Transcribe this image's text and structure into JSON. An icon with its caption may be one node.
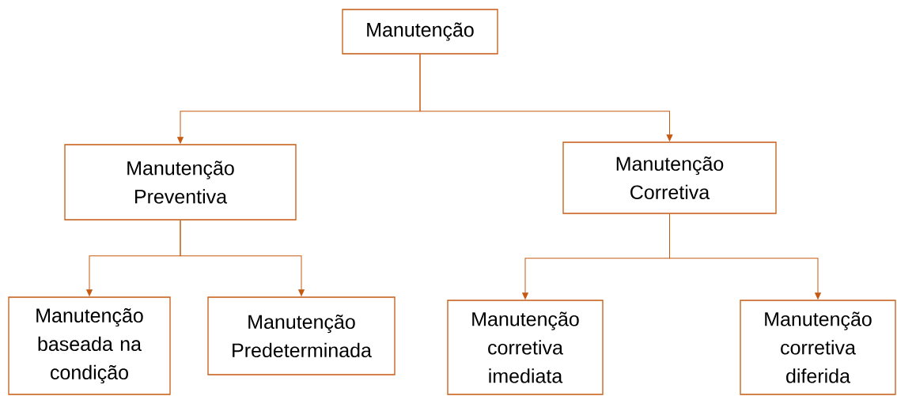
{
  "diagram": {
    "nodes": [
      {
        "text": [
          "Manutenção"
        ]
      },
      {
        "text": [
          "Manutenção Preventiva"
        ]
      },
      {
        "text": [
          "Manutenção Corretiva"
        ]
      },
      {
        "text": [
          "Manutenção baseada na condição"
        ]
      },
      {
        "text": [
          "Manutenção Predeterminada"
        ]
      },
      {
        "text": [
          "Manutenção corretiva imediata"
        ]
      },
      {
        "text": [
          "Manutenção corretiva diferida"
        ]
      }
    ],
    "edges": [
      {
        "from": 0,
        "to": 1,
        "arrow": "to"
      },
      {
        "from": 0,
        "to": 2,
        "arrow": "to"
      },
      {
        "from": 1,
        "to": 3,
        "arrow": "to"
      },
      {
        "from": 1,
        "to": 4,
        "arrow": "to"
      },
      {
        "from": 2,
        "to": 5,
        "arrow": "to"
      },
      {
        "from": 2,
        "to": 6,
        "arrow": "to"
      }
    ]
  }
}
